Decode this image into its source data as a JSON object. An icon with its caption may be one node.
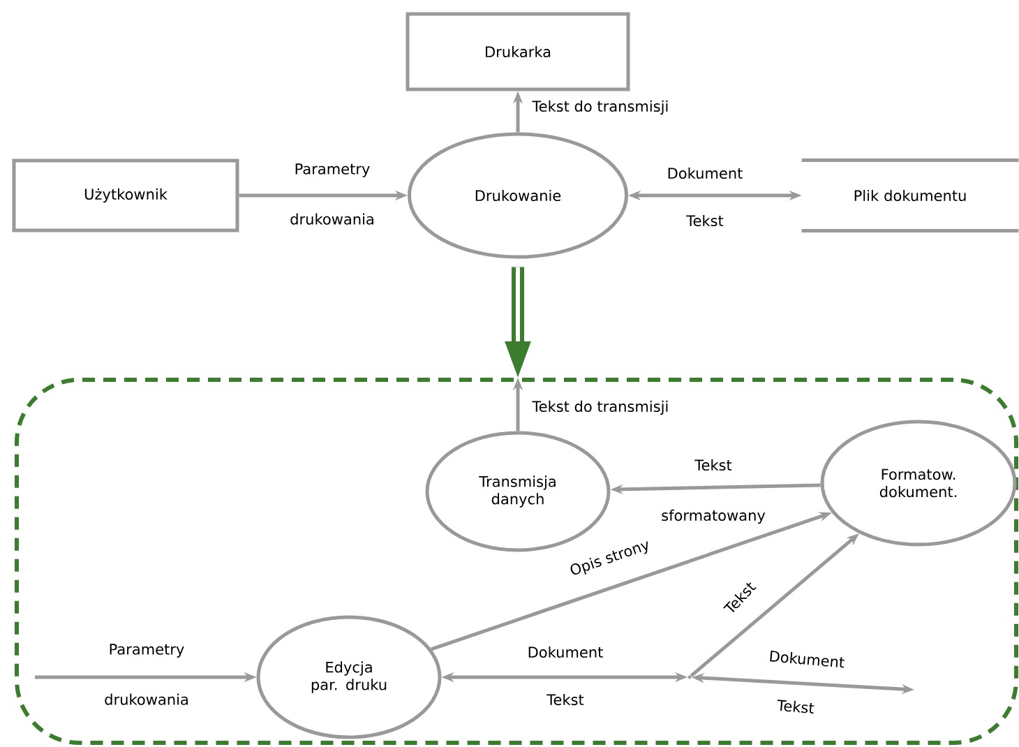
{
  "diagram": {
    "nodes": [
      {
        "text": [
          "Drukarka"
        ]
      },
      {
        "text": [
          "Użytkownik"
        ]
      },
      {
        "text": [
          "Drukowanie"
        ]
      },
      {
        "text": [
          "Plik dokumentu"
        ]
      },
      {
        "text": [],
        "shape": "box"
      },
      {
        "text": [
          "Transmisja danych"
        ],
        "in": 4
      },
      {
        "text": [
          "Formatow. dokument."
        ],
        "in": 4
      },
      {
        "text": [
          "Edycja par. druku"
        ],
        "in": 4
      },
      {
        "text": [],
        "shape": "point",
        "in": 4
      }
    ],
    "edges": [
      {
        "from": 1,
        "to": 2,
        "arrow": "to",
        "label": "Parametry drukowania"
      },
      {
        "from": 2,
        "to": 0,
        "arrow": "to",
        "label": "Tekst do transmisji"
      },
      {
        "from": 2,
        "to": 3,
        "arrow": "both",
        "label": "Dokument"
      },
      {
        "from": 2,
        "to": 4,
        "arrow": "to",
        "style": "thick",
        "color": "#3a7d2c"
      },
      {
        "from": 5,
        "to": 4,
        "arrow": "to",
        "label": "Tekst do transmisji"
      },
      {
        "from": 6,
        "to": 5,
        "arrow": "to",
        "label": "Tekst sformatowany"
      },
      {
        "from": 7,
        "to": 6,
        "arrow": "to",
        "label": "Opis strony"
      },
      {
        "from": null,
        "to": 7,
        "arrow": "to",
        "label": "Parametry drukowania"
      },
      {
        "from": 7,
        "to": 8,
        "arrow": "both",
        "label": "Dokument"
      },
      {
        "from": 8,
        "to": 6,
        "arrow": "to",
        "label": "Tekst"
      },
      {
        "from": 8,
        "to": null,
        "arrow": "both",
        "label": "Dokument"
      }
    ],
    "labels": [
      "Tekst",
      "Tekst",
      "Tekst"
    ]
  }
}
